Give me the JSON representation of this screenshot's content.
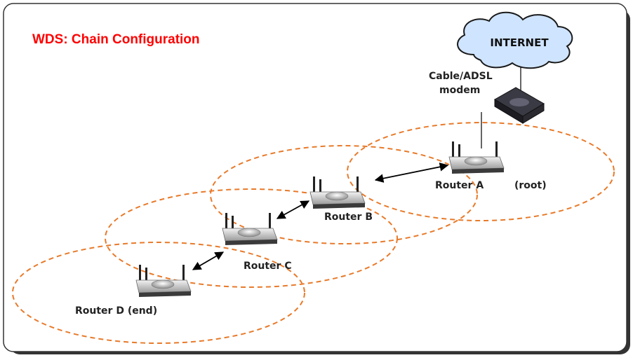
{
  "title": "WDS: Chain Configuration",
  "internet": "INTERNET",
  "modem": {
    "line1": "Cable/ADSL",
    "line2": "modem"
  },
  "routers": {
    "a": "Router A",
    "a_note": "(root)",
    "b": "Router B",
    "c": "Router C",
    "d": "Router D (end)"
  },
  "colors": {
    "title": "#ff0000",
    "coverage_ellipse": "#e87a2a",
    "cloud_fill": "#cfe4ff",
    "frame": "#333333"
  }
}
